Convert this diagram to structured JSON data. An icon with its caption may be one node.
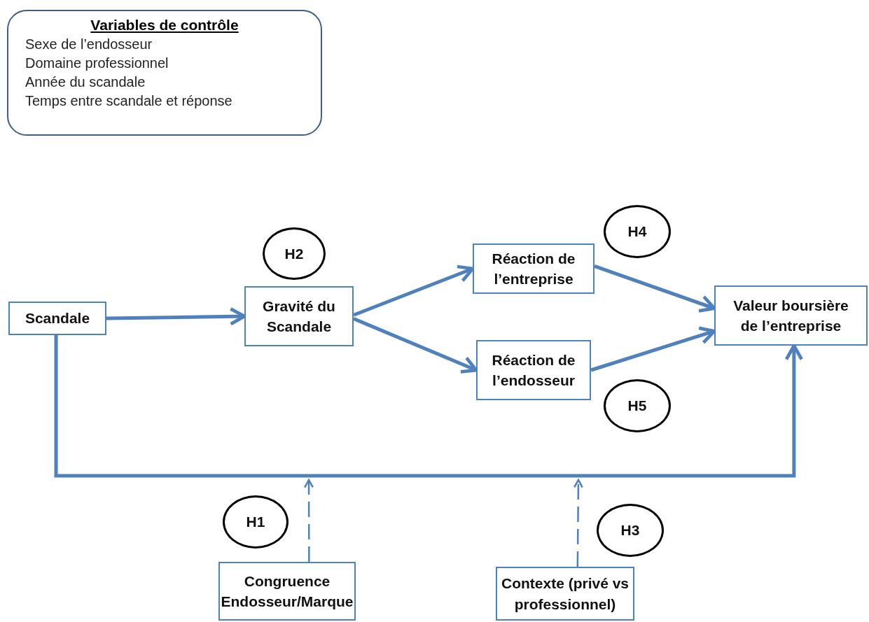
{
  "diagram": {
    "nodes": [
      {
        "text": [
          "Variables de contrôle",
          "Sexe de l’endosseur",
          "Domaine professionnel",
          "Année du scandale",
          "Temps entre scandale et réponse"
        ]
      },
      {
        "text": [
          "Scandale"
        ]
      },
      {
        "text": [
          "H2"
        ]
      },
      {
        "text": [
          "Gravité du Scandale"
        ]
      },
      {
        "text": [
          "H4"
        ]
      },
      {
        "text": [
          "Réaction de l’entreprise"
        ]
      },
      {
        "text": [
          "Valeur boursière de l’entreprise"
        ]
      },
      {
        "text": [
          "Réaction de l’endosseur"
        ]
      },
      {
        "text": [
          "H5"
        ]
      },
      {
        "text": [
          "H1"
        ]
      },
      {
        "text": [
          "H3"
        ]
      },
      {
        "text": [
          "Congruence Endosseur/Marque"
        ]
      },
      {
        "text": [
          "Contexte (privé vs professionnel)"
        ]
      }
    ],
    "edges": [
      {
        "from": 1,
        "to": 3,
        "arrow": "to"
      },
      {
        "from": 3,
        "to": 5,
        "arrow": "to"
      },
      {
        "from": 3,
        "to": 7,
        "arrow": "to"
      },
      {
        "from": 5,
        "to": 6,
        "arrow": "to"
      },
      {
        "from": 7,
        "to": 6,
        "arrow": "to"
      },
      {
        "from": 1,
        "to": 6,
        "arrow": "to"
      },
      {
        "from": 11,
        "to": null,
        "arrow": "to",
        "style": "dashed"
      },
      {
        "from": 12,
        "to": null,
        "arrow": "to",
        "style": "dashed"
      }
    ]
  }
}
